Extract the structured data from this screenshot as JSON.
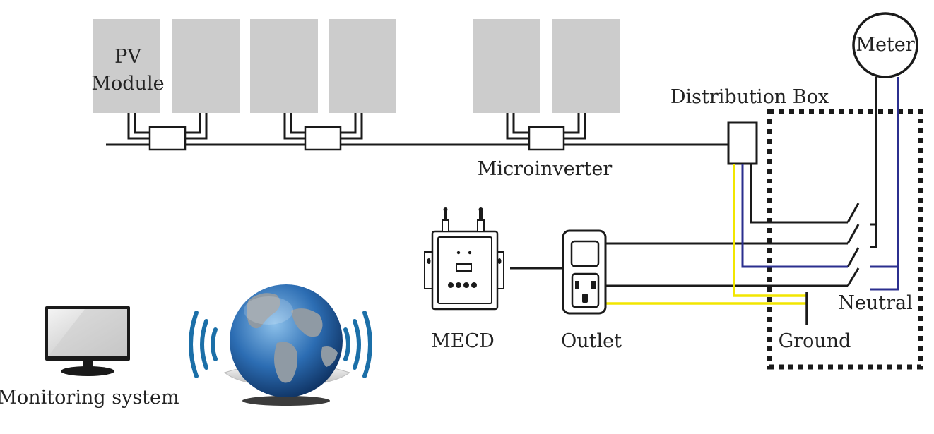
{
  "labels": {
    "pv_module_line1": "PV",
    "pv_module_line2": "Module",
    "distribution_box": "Distribution Box",
    "meter": "Meter",
    "microinverter": "Microinverter",
    "mecd": "MECD",
    "outlet": "Outlet",
    "neutral": "Neutral",
    "ground": "Ground",
    "monitoring_system": "Monitoring system"
  },
  "colors": {
    "panel": "#cccccc",
    "wire": "#1a1a1a",
    "neutral_wire": "#2b2f8f",
    "ground_wire": "#f2e600",
    "signal_wave": "#1b6fa8",
    "globe_ocean": "#2c6db3",
    "globe_land": "#8f9aa4"
  },
  "icons": [
    "wifi-waves-icon",
    "globe-icon",
    "monitor-icon",
    "antenna-icon",
    "power-socket-icon"
  ]
}
